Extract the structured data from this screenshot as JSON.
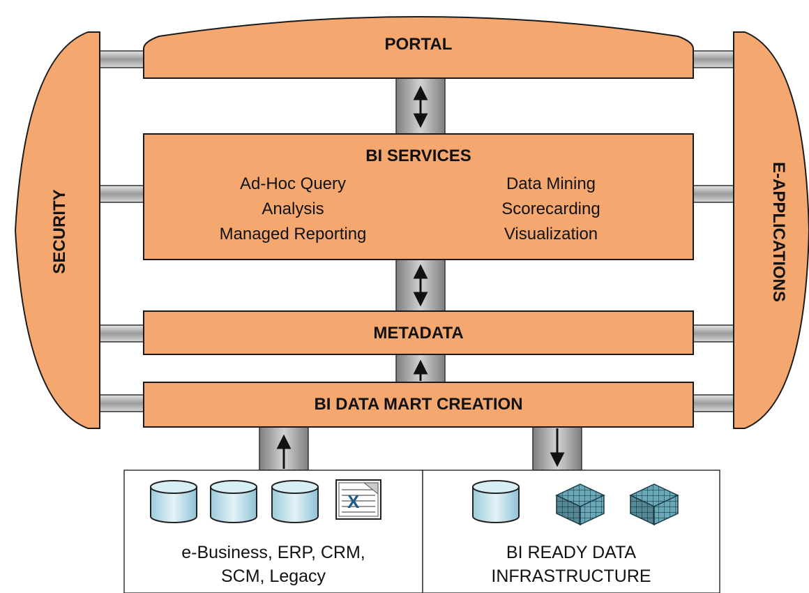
{
  "colors": {
    "layer_fill": "#f4a86f",
    "outline": "#1a1a1a",
    "connector": "#a8a8a8",
    "db_fill": "#bfe0ec",
    "cube_fill": "#5fa0b0"
  },
  "portal": {
    "label": "PORTAL"
  },
  "security": {
    "label": "SECURITY"
  },
  "e_applications": {
    "label": "E-APPLICATIONS"
  },
  "bi_services": {
    "title": "BI SERVICES",
    "left_items": [
      "Ad-Hoc Query",
      "Analysis",
      "Managed Reporting"
    ],
    "right_items": [
      "Data Mining",
      "Scorecarding",
      "Visualization"
    ]
  },
  "metadata": {
    "label": "METADATA"
  },
  "data_mart": {
    "label": "BI DATA MART CREATION"
  },
  "sources": {
    "left": {
      "line1": "e-Business, ERP, CRM,",
      "line2": "SCM, Legacy",
      "icons": [
        "database-icon",
        "database-icon",
        "database-icon",
        "spreadsheet-document-icon"
      ]
    },
    "right": {
      "line1": "BI READY DATA",
      "line2": "INFRASTRUCTURE",
      "icons": [
        "database-icon",
        "data-cube-icon",
        "data-cube-icon"
      ]
    }
  }
}
